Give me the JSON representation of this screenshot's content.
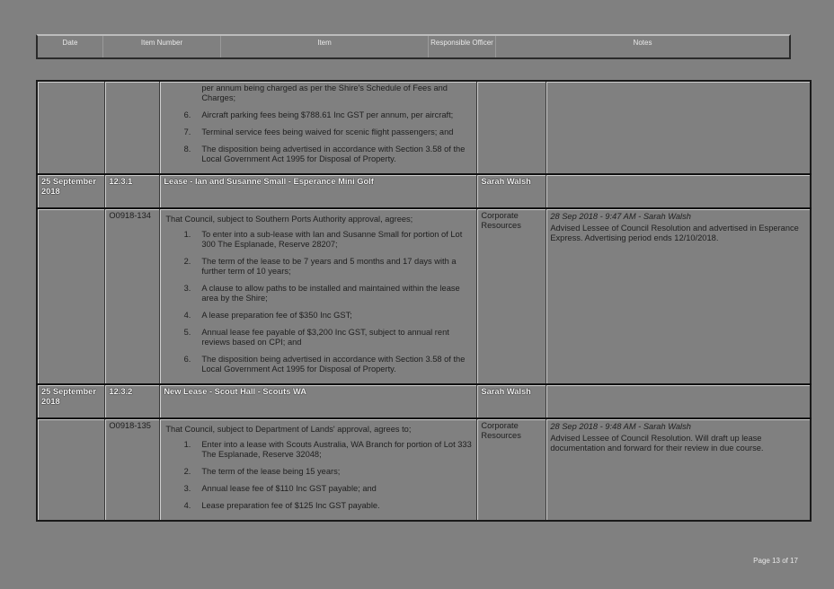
{
  "header": {
    "columns": [
      "Date",
      "Item Number",
      "Item",
      "Responsible Officer",
      "Notes"
    ]
  },
  "continued_row": {
    "continuation_text": "per annum being charged as per the Shire's Schedule of Fees and Charges;",
    "items": [
      {
        "n": "6.",
        "text": "Aircraft parking fees being $788.61 Inc GST per annum, per aircraft;"
      },
      {
        "n": "7.",
        "text": "Terminal service fees being waived for scenic flight passengers; and"
      },
      {
        "n": "8.",
        "text": "The disposition being advertised in accordance with Section 3.58 of the Local Government Act 1995 for Disposal of Property."
      }
    ]
  },
  "records": [
    {
      "date": "25 September 2018",
      "item_number": "12.3.1",
      "title": "Lease - Ian and Susanne Small - Esperance Mini Golf",
      "responsible": "Sarah Walsh",
      "resolution_number": "O0918-134",
      "resolution_intro": "That Council, subject to Southern Ports Authority approval, agrees;",
      "resolution_items": [
        {
          "n": "1.",
          "text": "To enter into a sub-lease with Ian and Susanne Small for portion of Lot 300 The Esplanade, Reserve 28207;"
        },
        {
          "n": "2.",
          "text": "The term of the lease to be 7 years and 5 months and 17 days with a further term of 10 years;"
        },
        {
          "n": "3.",
          "text": "A clause to allow paths to be installed and maintained within the lease area by the Shire;"
        },
        {
          "n": "4.",
          "text": "A lease preparation fee of $350 Inc GST;"
        },
        {
          "n": "5.",
          "text": "Annual lease fee payable of $3,200 Inc GST, subject to annual rent reviews based on CPI; and"
        },
        {
          "n": "6.",
          "text": "The disposition being advertised in accordance with Section 3.58 of the Local Government Act 1995 for Disposal of Property."
        }
      ],
      "responsible_department": "Corporate Resources",
      "note_header": "28 Sep 2018 - 9:47 AM - Sarah Walsh",
      "note_body": "Advised Lessee of Council Resolution and advertised in Esperance Express. Advertising period ends 12/10/2018."
    },
    {
      "date": "25 September 2018",
      "item_number": "12.3.2",
      "title": "New Lease - Scout Hall - Scouts WA",
      "responsible": "Sarah Walsh",
      "resolution_number": "O0918-135",
      "resolution_intro": "That Council, subject to Department of Lands' approval, agrees to;",
      "resolution_items": [
        {
          "n": "1.",
          "text": "Enter into a lease with Scouts Australia, WA Branch for portion of Lot 333 The Esplanade, Reserve 32048;"
        },
        {
          "n": "2.",
          "text": "The term of the lease being 15 years;"
        },
        {
          "n": "3.",
          "text": "Annual lease fee of $110 Inc GST payable; and"
        },
        {
          "n": "4.",
          "text": "Lease preparation fee of $125 Inc GST payable."
        }
      ],
      "responsible_department": "Corporate Resources",
      "note_header": "28 Sep 2018 - 9:48 AM - Sarah Walsh",
      "note_body": "Advised Lessee of Council Resolution. Will draft up lease documentation and forward for their review in due course."
    }
  ],
  "footer": {
    "page_label": "Page 13 of 17"
  }
}
